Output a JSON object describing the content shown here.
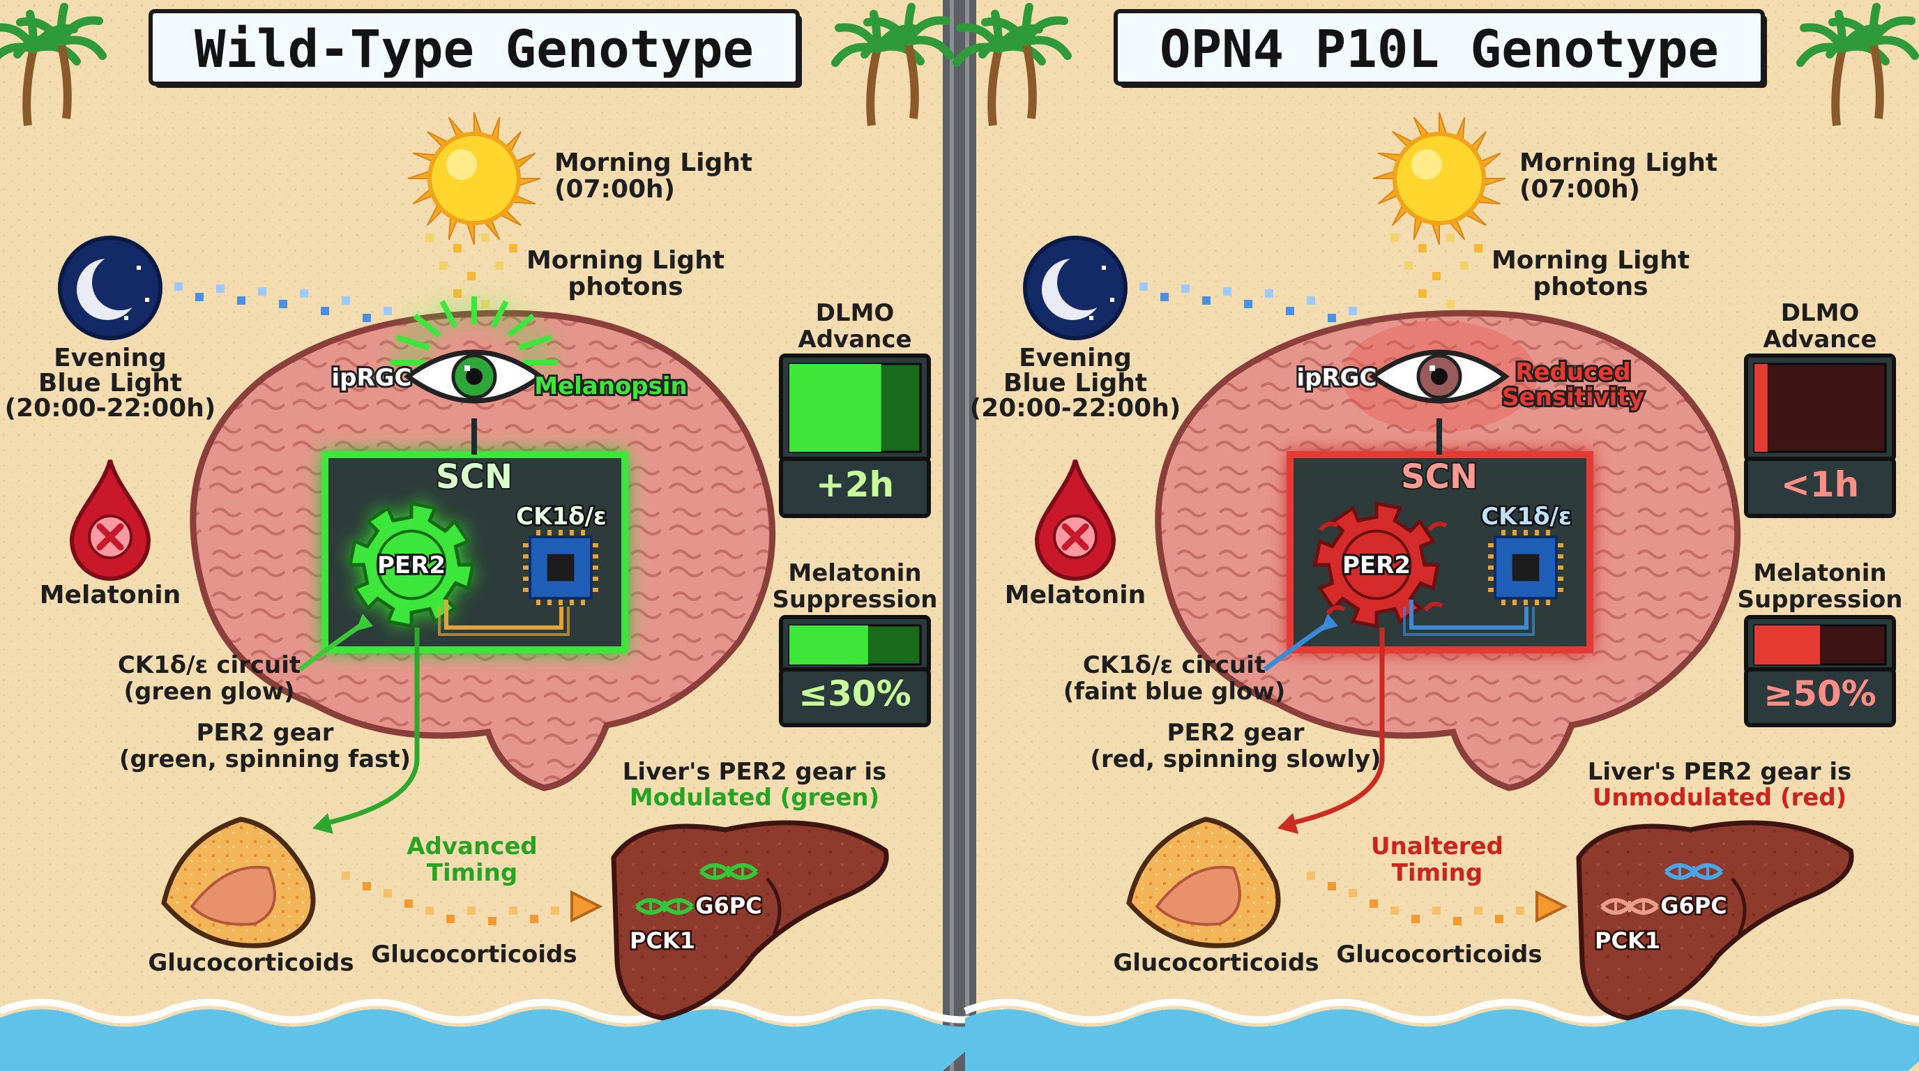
{
  "colors": {
    "sand": "#f3ddb0",
    "brain": "#e6958c",
    "green_glow": "#3ee63a",
    "red_glow": "#e53b33",
    "blue_circuit": "#3a8ad8",
    "orange_circuit": "#e6a23c",
    "liver": "#8e3a2c",
    "panel_dark": "#2b3a3c",
    "label_dark": "#1e1e1e",
    "green_text": "#25a323",
    "red_text": "#d0221c"
  },
  "panels": [
    {
      "variant": "wt",
      "title": "Wild-Type Genotype",
      "morning_light": [
        "Morning Light",
        "(07:00h)"
      ],
      "photons": [
        "Morning Light",
        "photons"
      ],
      "evening": [
        "Evening",
        "Blue Light",
        "(20:00-22:00h)"
      ],
      "melatonin": "Melatonin",
      "iprgc": "ipRGC",
      "eye_label": [
        "Melanopsin"
      ],
      "scn": "SCN",
      "per2": "PER2",
      "ck1": "CK1δ/ε",
      "ck1_note": [
        "CK1δ/ε circuit",
        "(green glow)"
      ],
      "per2_note": [
        "PER2 gear",
        "(green, spinning fast)"
      ],
      "dlmo_title": [
        "DLMO",
        "Advance"
      ],
      "dlmo_value": "+2h",
      "dlmo_fill": 0.7,
      "supp_title": [
        "Melatonin",
        "Suppression"
      ],
      "supp_value": "≤30%",
      "supp_fill": 0.6,
      "liver_note": "Liver's PER2 gear is",
      "liver_state": "Modulated (green)",
      "timing": [
        "Advanced",
        "Timing"
      ],
      "gluco_left": "Glucocorticoids",
      "gluco_mid": "Glucocorticoids",
      "g6pc": "G6PC",
      "pck1": "PCK1"
    },
    {
      "variant": "mut",
      "title": "OPN4 P10L Genotype",
      "morning_light": [
        "Morning Light",
        "(07:00h)"
      ],
      "photons": [
        "Morning Light",
        "photons"
      ],
      "evening": [
        "Evening",
        "Blue Light",
        "(20:00-22:00h)"
      ],
      "melatonin": "Melatonin",
      "iprgc": "ipRGC",
      "eye_label": [
        "Reduced",
        "Sensitivity"
      ],
      "scn": "SCN",
      "per2": "PER2",
      "ck1": "CK1δ/ε",
      "ck1_note": [
        "CK1δ/ε circuit",
        "(faint blue glow)"
      ],
      "per2_note": [
        "PER2 gear",
        "(red, spinning slowly)"
      ],
      "dlmo_title": [
        "DLMO",
        "Advance"
      ],
      "dlmo_value": "<1h",
      "dlmo_fill": 0.1,
      "supp_title": [
        "Melatonin",
        "Suppression"
      ],
      "supp_value": "≥50%",
      "supp_fill": 0.5,
      "liver_note": "Liver's PER2 gear is",
      "liver_state": "Unmodulated (red)",
      "timing": [
        "Unaltered",
        "Timing"
      ],
      "gluco_left": "Glucocorticoids",
      "gluco_mid": "Glucocorticoids",
      "g6pc": "G6PC",
      "pck1": "PCK1"
    }
  ]
}
